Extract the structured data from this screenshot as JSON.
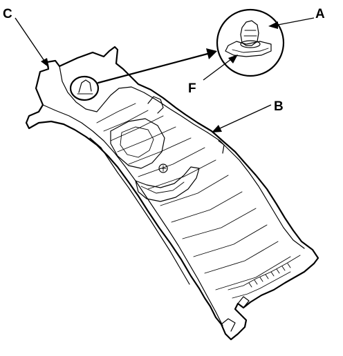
{
  "callouts": {
    "a": "A",
    "b": "B",
    "c": "C",
    "f": "F"
  },
  "colors": {
    "line": "#000000",
    "background": "#ffffff"
  }
}
